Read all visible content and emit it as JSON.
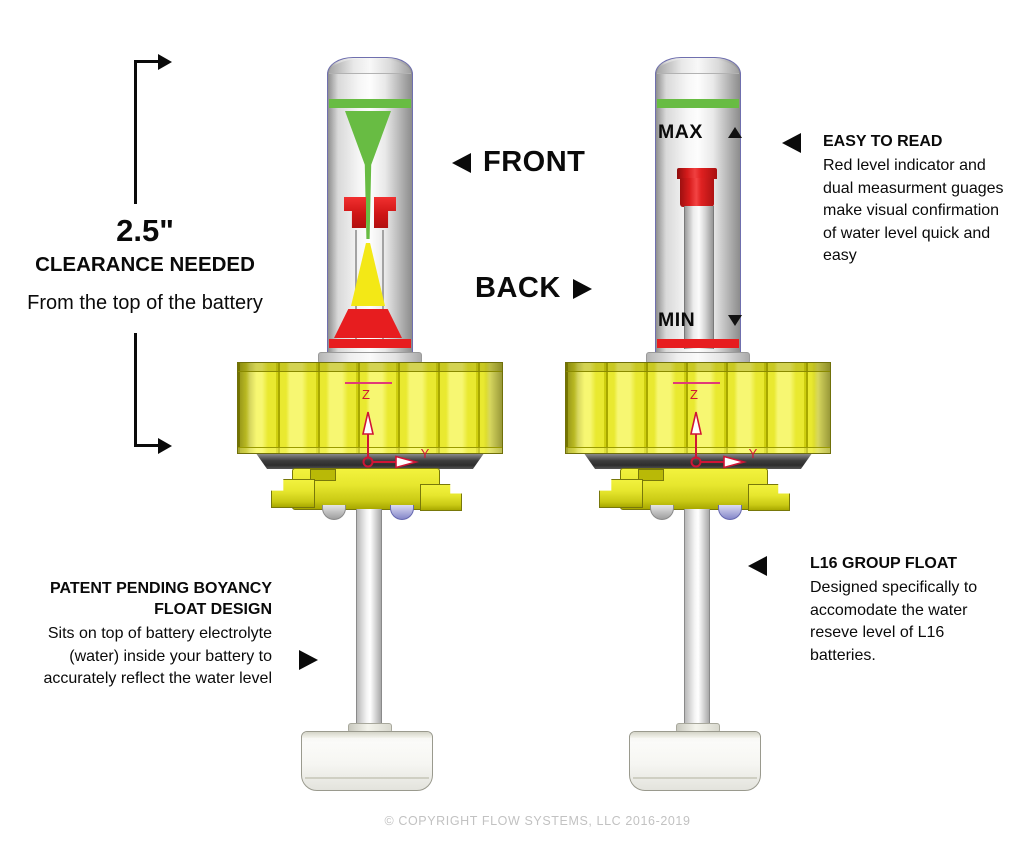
{
  "palette": {
    "indicator_green": "#68bc43",
    "indicator_red": "#e71d1f",
    "indicator_yellow": "#f3e816",
    "cap_yellow": "#e9e93c",
    "axis_red": "#d01535",
    "axis_pink": "#e03b78",
    "text": "#0a0a0a",
    "muted": "#c2c2c2"
  },
  "clearance": {
    "measurement": "2.5\"",
    "title": "CLEARANCE NEEDED",
    "subtitle": "From the top of the battery"
  },
  "views": {
    "front_label": "FRONT",
    "back_label": "BACK"
  },
  "gauge": {
    "max": "MAX",
    "min": "MIN"
  },
  "cad_axis": {
    "z": "Z",
    "y": "Y"
  },
  "notes": {
    "easy_to_read": {
      "title": "EASY TO READ",
      "body": "Red level indicator and dual measurment guages make visual confirmation of water level quick and easy"
    },
    "float_design": {
      "title": "PATENT PENDING BOYANCY FLOAT DESIGN",
      "body": "Sits on top of battery electrolyte (water) inside your battery to accurately reflect the water level"
    },
    "l16": {
      "title": "L16 GROUP FLOAT",
      "body": "Designed specifically to accomodate the water reseve level of L16 batteries."
    }
  },
  "footer": {
    "copyright": "© COPYRIGHT FLOW SYSTEMS, LLC 2016-2019"
  }
}
